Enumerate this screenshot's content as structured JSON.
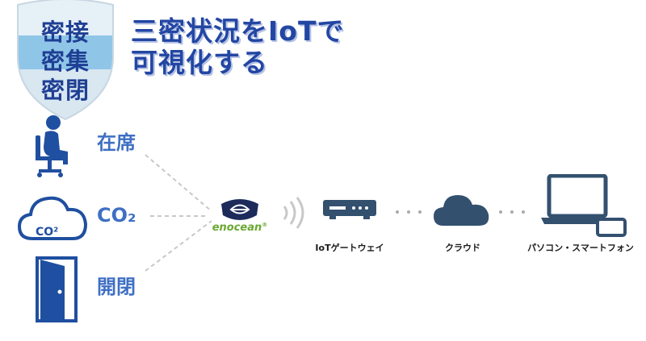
{
  "shield": {
    "lines": [
      "密接",
      "密集",
      "密閉"
    ],
    "colors": {
      "dark": "#1f3f94",
      "light": "#8fc6e8"
    }
  },
  "title": {
    "line1": "三密状況をIoTで",
    "line2": "可視化する",
    "color": "#2346a3"
  },
  "sensors": [
    {
      "label": "在席",
      "icon": "person-on-chair-icon"
    },
    {
      "label": "CO₂",
      "icon": "co2-cloud-icon",
      "icon_text": "CO²"
    },
    {
      "label": "開閉",
      "icon": "door-icon"
    }
  ],
  "hub": {
    "logo_text": "enocean",
    "logo_mark": "®",
    "icon": "enocean-logo-icon"
  },
  "nodes": [
    {
      "label": "IoTゲートウェイ",
      "icon": "gateway-icon"
    },
    {
      "label": "クラウド",
      "icon": "cloud-icon"
    },
    {
      "label": "パソコン・スマートフォン",
      "icon": "laptop-phone-icon"
    }
  ],
  "colors": {
    "icon": "#33506f",
    "accent": "#3f6fc4",
    "enocean_green": "#6aa832",
    "connector": "#c8c8c8"
  }
}
